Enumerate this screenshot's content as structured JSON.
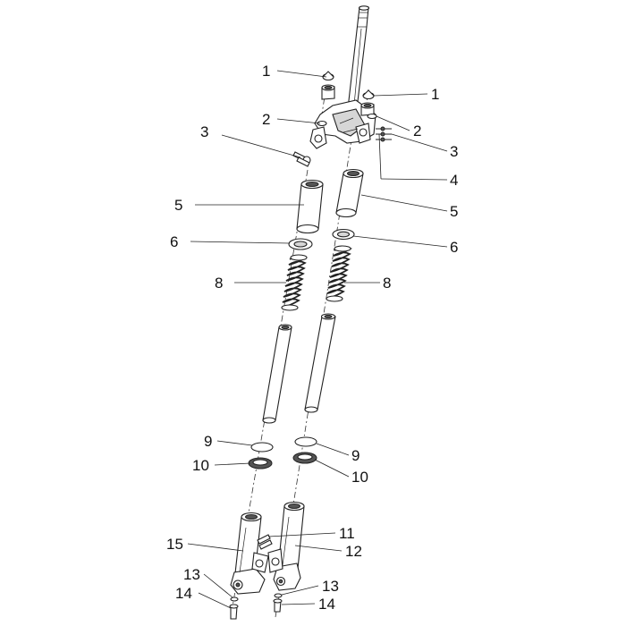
{
  "callouts": [
    {
      "id": "c1a",
      "text": "1"
    },
    {
      "id": "c1b",
      "text": "1"
    },
    {
      "id": "c2a",
      "text": "2"
    },
    {
      "id": "c2b",
      "text": "2"
    },
    {
      "id": "c3a",
      "text": "3"
    },
    {
      "id": "c3b",
      "text": "3"
    },
    {
      "id": "c4",
      "text": "4"
    },
    {
      "id": "c5a",
      "text": "5"
    },
    {
      "id": "c5b",
      "text": "5"
    },
    {
      "id": "c6a",
      "text": "6"
    },
    {
      "id": "c6b",
      "text": "6"
    },
    {
      "id": "c8a",
      "text": "8"
    },
    {
      "id": "c8b",
      "text": "8"
    },
    {
      "id": "c9a",
      "text": "9"
    },
    {
      "id": "c9b",
      "text": "9"
    },
    {
      "id": "c10a",
      "text": "10"
    },
    {
      "id": "c10b",
      "text": "10"
    },
    {
      "id": "c11",
      "text": "11"
    },
    {
      "id": "c12",
      "text": "12"
    },
    {
      "id": "c13a",
      "text": "13"
    },
    {
      "id": "c13b",
      "text": "13"
    },
    {
      "id": "c14a",
      "text": "14"
    },
    {
      "id": "c14b",
      "text": "14"
    },
    {
      "id": "c15",
      "text": "15"
    }
  ]
}
